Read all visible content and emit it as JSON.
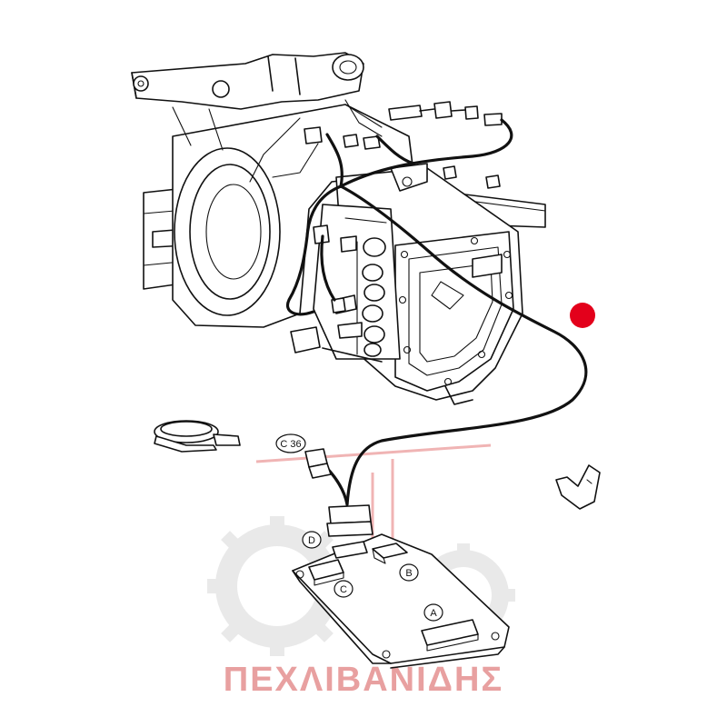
{
  "diagram": {
    "callouts": {
      "c36": "C 36",
      "a": "A",
      "b": "B",
      "c": "C",
      "d": "D"
    },
    "marker_color": "#e3001b",
    "watermark": {
      "text": "ΠΕΧΛΙΒΑΝΙΔΗΣ",
      "text_color": "#e8a0a0",
      "gear_color": "#e9e9e9"
    }
  }
}
